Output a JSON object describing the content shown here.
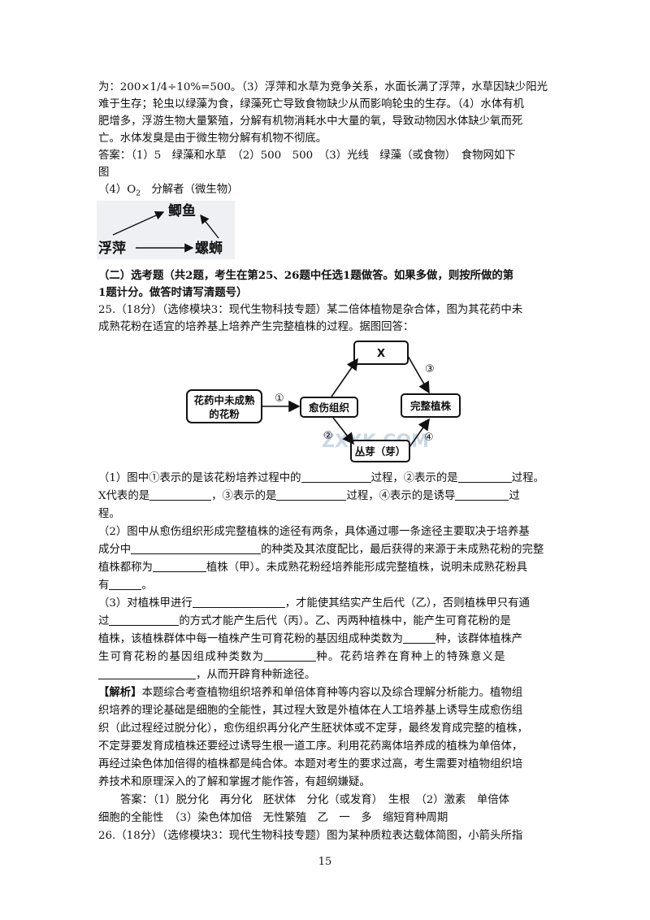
{
  "prev_answer": {
    "line1": "为：200×1/4÷10%=500。（3）浮萍和水草为竞争关系，水面长满了浮萍，水草因缺少阳光",
    "line2": "难于生存；轮虫以绿藻为食，绿藻死亡导致食物缺少从而影响轮虫的生存。（4）水体有机",
    "line3": "肥增多，浮游生物大量繁殖，分解有机物消耗水中大量的氧，导致动物因水体缺少氧而死",
    "line4": "亡。水体发臭是由于微生物分解有机物不彻底。",
    "answer1": "答案：（1）5　绿藻和水草　（2）500　500　（3）光线　绿藻（或食物）　食物网如下",
    "answer2": "图",
    "answer3_pre": "（4）O",
    "answer3_sub": "2",
    "answer3_post": "　分解者（微生物）"
  },
  "food_web": {
    "top_node": "鲫鱼",
    "left_node": "浮萍",
    "right_node": "螺蛳"
  },
  "section_heading": {
    "line1": "（二）选考题（共2题，考生在第25、26题中任选1题做答。如果多做，则按所做的第",
    "line2": "1题计分。做答时请写清题号）"
  },
  "q25": {
    "intro1": "25.（18分）（选修模块3：现代生物科技专题）某二倍体植物是杂合体，图为其花药中未",
    "intro2": "成熟花粉在适宜的培养基上培养产生完整植株的过程。据图回答：",
    "diagram": {
      "start_line1": "花药中未成熟",
      "start_line2": "的花粉",
      "callus": "愈伤组织",
      "x_node": "X",
      "plant": "完整植株",
      "buds": "丛芽（芽）",
      "step1": "①",
      "step2": "②",
      "step3": "③",
      "step4": "④",
      "watermark": "ZXXK.COM"
    },
    "p1_1a": "（1）图中①表示的是该花粉培养过程中的",
    "p1_1b": "过程，②表示的是",
    "p1_1c": "过程。",
    "p1_2a": "X代表的是",
    "p1_2b": "，③表示的是",
    "p1_2c": "过程，④表示的是诱导",
    "p1_2d": "过",
    "p1_3": "程。",
    "p2_1": "（2）图中从愈伤组织形成完整植株的途径有两条，具体通过哪一条途径主要取决于培养基",
    "p2_2a": "成分中",
    "p2_2b": "的种类及其浓度配比，最后获得的来源于未成熟花粉的完整",
    "p2_3a": "植株都称为",
    "p2_3b": "植株（甲）。未成熟花粉经培养能形成完整植株，说明未成熟花粉具",
    "p2_4a": "有",
    "p2_4b": "。",
    "p3_1a": "（3）对植株甲进行",
    "p3_1b": "，才能使其结实产生后代（乙），否则植株甲只有通",
    "p3_2a": "过",
    "p3_2b": "的方式才能产生后代（丙）。乙、丙两种植株中，能产生可育花粉的是",
    "p3_3a": "植株，该植株群体中每一植株产生可育花粉的基因组成种类数为",
    "p3_3b": "种，该群体植株产",
    "p3_4a": "生可育花粉的基因组成种类数为",
    "p3_4b": "种。花药培养在育种上的特殊意义是",
    "p3_5a": "",
    "p3_5b": "，从而开辟育种新途径。",
    "analysis_label": "【解析】",
    "analysis1": "本题综合考查植物组织培养和单倍体育种等内容以及综合理解分析能力。植物组",
    "analysis2": "织培养的理论基础是细胞的全能性，其过程大致是外植体在人工培养基上诱导生成愈伤组",
    "analysis3": "织（此过程经过脱分化），愈伤组织再分化产生胚状体或不定芽，最终发育成完整的植株，",
    "analysis4": "不定芽要发育成植株还要经过诱导生根一道工序。利用花药离体培养成的植株为单倍体，",
    "analysis5": "再经过染色体加倍得的植株都是纯合体。本题对考生的要求过高，考生需要对植物组织培",
    "analysis6": "养技术和原理深入的了解和掌握才能作答，有超纲嫌疑。",
    "answer_line1": "答案：（1）脱分化　再分化　胚状体　分化（或发育）　生根　（2）激素　单倍体",
    "answer_line2": "细胞的全能性　（3）染色体加倍　无性繁殖　乙　一　多　缩短育种周期"
  },
  "q26": {
    "intro1": "26.（18分）（选修模块3：现代生物科技专题）图为某种质粒表达载体简图，小箭头所指"
  },
  "page_number": "15"
}
